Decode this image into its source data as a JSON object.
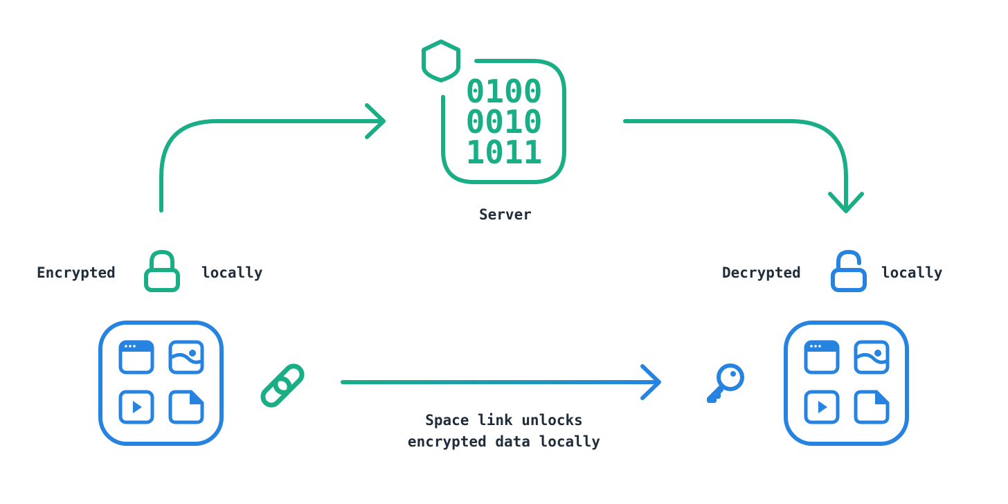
{
  "server": {
    "label": "Server",
    "binary_lines": [
      "0100",
      "0010",
      "1011"
    ]
  },
  "sender": {
    "left_word": "Encrypted",
    "right_word": "locally"
  },
  "receiver": {
    "left_word": "Decrypted",
    "right_word": "locally"
  },
  "link_caption": {
    "line1": "Space link unlocks",
    "line2": "encrypted data locally"
  },
  "colors": {
    "green": "#1aae87",
    "blue": "#2684e0",
    "text": "#1f2d3a",
    "gradient": [
      "#1aae87",
      "#2684e0"
    ]
  },
  "icons": {
    "server": "binary-data-icon",
    "server_badge": "shield-icon",
    "sender_lock": "lock-closed-icon",
    "receiver_lock": "lock-open-icon",
    "link": "link-icon",
    "key": "key-icon",
    "apps": [
      "window-icon",
      "image-icon",
      "video-icon",
      "document-icon"
    ]
  }
}
